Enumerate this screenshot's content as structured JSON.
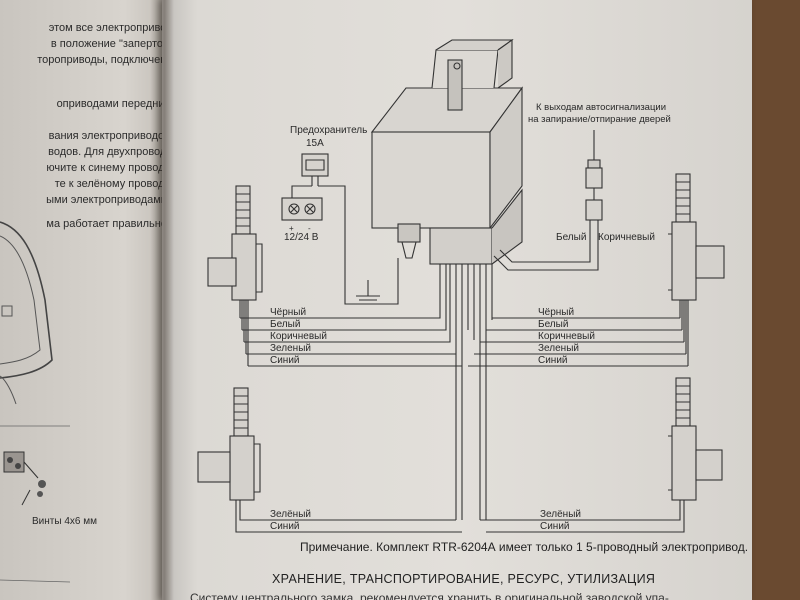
{
  "left_page": {
    "lines": [
      "этом все электроприво-",
      "в положение \"заперто\".",
      "тороприводы, подключен-",
      "оприводами передних",
      "вания электроприводов",
      "водов. Для двухпровод-",
      "ючите к синему проводу",
      "те к зелёному проводу",
      "ыми электроприводами.",
      "ма работает правильно."
    ],
    "screws_label": "Винты 4х6 мм"
  },
  "diagram": {
    "fuse_label": "Предохранитель",
    "fuse_rating": "15А",
    "battery_label": "12/24 В",
    "alarm_label_1": "К выходам автосигнализации",
    "alarm_label_2": "на запирание/отпирание дверей",
    "alarm_wire_white": "Белый",
    "alarm_wire_brown": "Коричневый",
    "left_wires": [
      "Чёрный",
      "Белый",
      "Коричневый",
      "Зеленый",
      "Синий"
    ],
    "right_wires": [
      "Чёрный",
      "Белый",
      "Коричневый",
      "Зеленый",
      "Синий"
    ],
    "bottom_left_wires": [
      "Зелёный",
      "Синий"
    ],
    "bottom_right_wires": [
      "Зелёный",
      "Синий"
    ],
    "plus": "+",
    "minus": "-"
  },
  "note": "Примечание. Комплект RTR-6204А имеет только 1 5-проводный электропривод.",
  "section_heading": "ХРАНЕНИЕ, ТРАНСПОРТИРОВАНИЕ, РЕСУРС, УТИЛИЗАЦИЯ",
  "cutoff_line": "Систему центрального замка, рекомендуется хранить в оригинальной заводской упа-"
}
